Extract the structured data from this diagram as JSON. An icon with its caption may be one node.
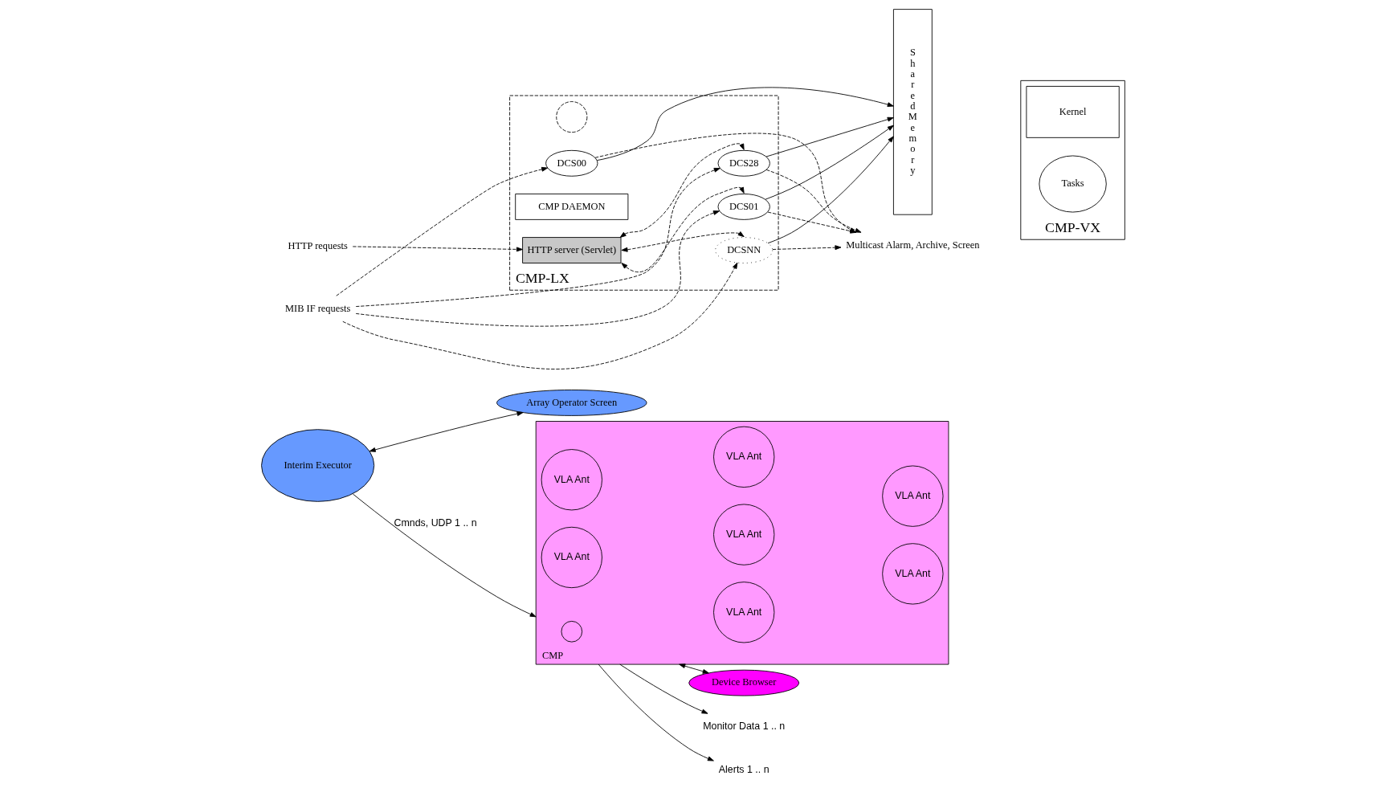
{
  "diagram": {
    "nodes": [
      {
        "text": [
          "Interim Executor"
        ]
      },
      {
        "text": [
          "Array Operator Screen"
        ]
      },
      {
        "text": [
          "CMP"
        ]
      },
      {
        "text": [],
        "shape": "circle",
        "in": 2
      },
      {
        "text": [
          "VLA Ant"
        ],
        "in": 2
      },
      {
        "text": [
          "VLA Ant"
        ],
        "in": 2
      },
      {
        "text": [
          "VLA Ant"
        ],
        "in": 2
      },
      {
        "text": [
          "VLA Ant"
        ],
        "in": 2
      },
      {
        "text": [
          "VLA Ant"
        ],
        "in": 2
      },
      {
        "text": [
          "VLA Ant"
        ],
        "in": 2
      },
      {
        "text": [
          "VLA Ant"
        ],
        "in": 2
      },
      {
        "text": [
          "Monitor Data 1 .. n"
        ]
      },
      {
        "text": [
          "Alerts 1 .. n"
        ]
      },
      {
        "text": [
          "Device Browser"
        ]
      },
      {
        "text": [
          "CMP-LX"
        ]
      },
      {
        "text": [],
        "shape": "circle",
        "in": 14
      },
      {
        "text": [
          "HTTP server (Servlet)"
        ],
        "in": 14
      },
      {
        "text": [
          "CMP DAEMON"
        ],
        "in": 14
      },
      {
        "text": [
          "DCS00"
        ],
        "in": 14
      },
      {
        "text": [
          "DCS28"
        ],
        "in": 14
      },
      {
        "text": [
          "DCSNN"
        ],
        "in": 14
      },
      {
        "text": [
          "DCS01"
        ],
        "in": 14
      },
      {
        "text": [
          "Shared Memory"
        ]
      },
      {
        "text": [
          "CMP-VX"
        ]
      },
      {
        "text": [
          "Kernel"
        ],
        "in": 23
      },
      {
        "text": [
          "Tasks"
        ],
        "in": 23
      },
      {
        "text": [
          "HTTP requests"
        ]
      },
      {
        "text": [
          "MIB IF requests"
        ]
      },
      {
        "text": [
          "Multicast Alarm, Archive, Screen"
        ]
      }
    ],
    "edges": [
      {
        "from": 0,
        "to": 2,
        "arrow": "to",
        "label": "Cmnds, UDP 1 .. n"
      },
      {
        "from": 0,
        "to": 1,
        "arrow": "both"
      },
      {
        "from": 2,
        "to": 11,
        "arrow": "to"
      },
      {
        "from": 2,
        "to": 12,
        "arrow": "to"
      },
      {
        "from": 2,
        "to": 13,
        "arrow": "both"
      },
      {
        "from": 26,
        "to": 16,
        "arrow": "to",
        "style": "dashed"
      },
      {
        "from": 16,
        "to": 19,
        "arrow": "both",
        "style": "dashed"
      },
      {
        "from": 16,
        "to": 20,
        "arrow": "both",
        "style": "dashed"
      },
      {
        "from": 16,
        "to": 21,
        "arrow": "both",
        "style": "dashed"
      },
      {
        "from": 27,
        "to": 18,
        "arrow": "to",
        "style": "dashed"
      },
      {
        "from": 27,
        "to": 19,
        "arrow": "to",
        "style": "dashed"
      },
      {
        "from": 27,
        "to": 20,
        "arrow": "to",
        "style": "dashed"
      },
      {
        "from": 27,
        "to": 21,
        "arrow": "to",
        "style": "dashed"
      },
      {
        "from": 18,
        "to": 22,
        "arrow": "to"
      },
      {
        "from": 19,
        "to": 22,
        "arrow": "to"
      },
      {
        "from": 20,
        "to": 22,
        "arrow": "to"
      },
      {
        "from": 21,
        "to": 22,
        "arrow": "to"
      },
      {
        "from": 18,
        "to": 28,
        "arrow": "to",
        "style": "dashed"
      },
      {
        "from": 19,
        "to": 28,
        "arrow": "to",
        "style": "dashed"
      },
      {
        "from": 20,
        "to": 28,
        "arrow": "to",
        "style": "dashed"
      },
      {
        "from": 21,
        "to": 28,
        "arrow": "to",
        "style": "dashed"
      }
    ]
  }
}
